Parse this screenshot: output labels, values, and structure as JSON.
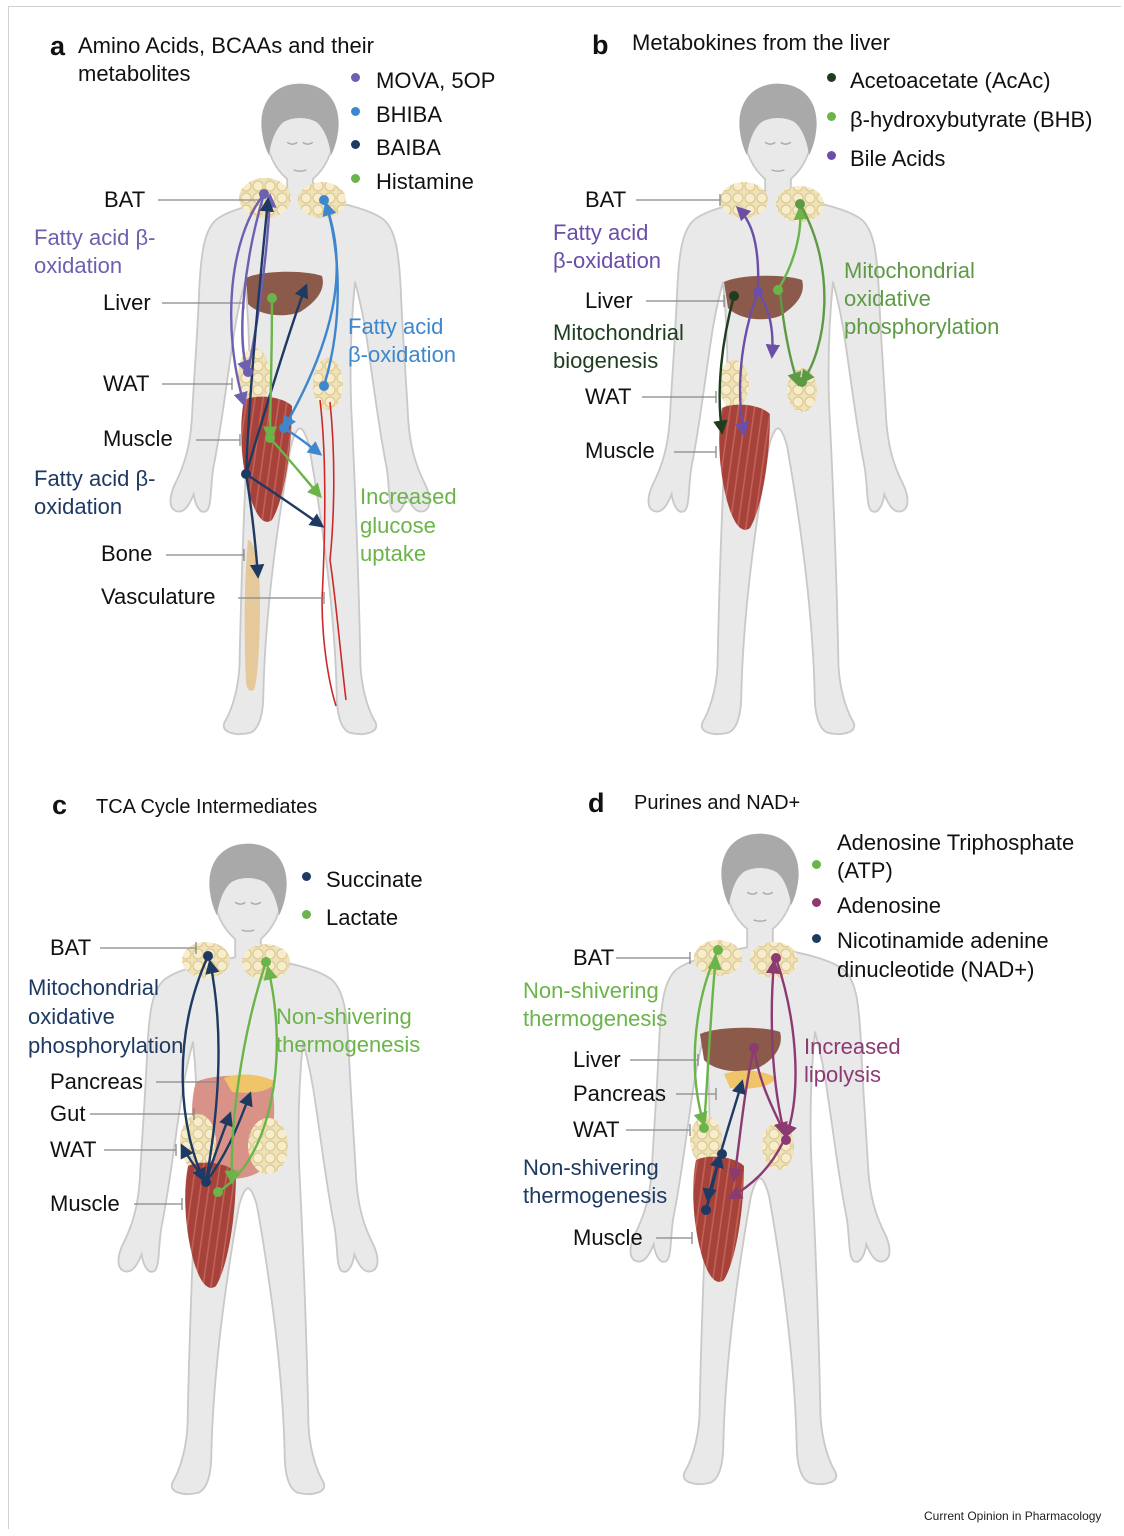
{
  "colors": {
    "purple_light": "#6e5fb0",
    "blue_light": "#3e87cc",
    "navy": "#1e3a63",
    "green": "#6ab44a",
    "dark_green": "#1e3d1e",
    "mid_green": "#5e9a46",
    "purple": "#6a4ea8",
    "magenta": "#8c3a72",
    "body_fill": "#e9e9e9",
    "body_stroke": "#c9c9c9",
    "head_fill": "#a9a9a9",
    "muscle": "#a6423a",
    "liver": "#8c5a4a",
    "fat": "#efe2b8",
    "vessel": "#cc2a2a",
    "bone": "#e5c99a"
  },
  "panels": {
    "a": {
      "label": "a",
      "title_line1": "Amino Acids, BCAAs and their",
      "title_line2": "metabolites",
      "legend": [
        {
          "text": "MOVA, 5OP",
          "color": "#6e5fb0"
        },
        {
          "text": "BHIBA",
          "color": "#3e87cc"
        },
        {
          "text": "BAIBA",
          "color": "#1e3a63"
        },
        {
          "text": "Histamine",
          "color": "#6ab44a"
        }
      ],
      "organs": [
        "BAT",
        "Liver",
        "WAT",
        "Muscle",
        "Bone",
        "Vasculature"
      ],
      "annotations": {
        "fa_purple_1": "Fatty acid β-",
        "fa_purple_2": "oxidation",
        "fa_blue_1": "Fatty acid",
        "fa_blue_2": "β-oxidation",
        "fa_navy_1": "Fatty acid β-",
        "fa_navy_2": "oxidation",
        "glucose_1": "Increased",
        "glucose_2": "glucose",
        "glucose_3": "uptake"
      }
    },
    "b": {
      "label": "b",
      "title": "Metabokines from the liver",
      "legend": [
        {
          "text": "Acetoacetate (AcAc)",
          "color": "#1e3d1e"
        },
        {
          "text": "β-hydroxybutyrate (BHB)",
          "color": "#6ab44a"
        },
        {
          "text": "Bile Acids",
          "color": "#6a4ea8"
        }
      ],
      "organs": [
        "BAT",
        "Liver",
        "WAT",
        "Muscle"
      ],
      "annotations": {
        "fa_1": "Fatty acid",
        "fa_2": "β-oxidation",
        "mitobio_1": "Mitochondrial",
        "mitobio_2": "biogenesis",
        "mitoox_1": "Mitochondrial",
        "mitoox_2": "oxidative",
        "mitoox_3": "phosphorylation"
      }
    },
    "c": {
      "label": "c",
      "title": "TCA Cycle Intermediates",
      "legend": [
        {
          "text": "Succinate",
          "color": "#1e3a63"
        },
        {
          "text": "Lactate",
          "color": "#6ab44a"
        }
      ],
      "organs": [
        "BAT",
        "Pancreas",
        "Gut",
        "WAT",
        "Muscle"
      ],
      "annotations": {
        "mito_1": "Mitochondrial",
        "mito_2": "oxidative",
        "mito_3": "phosphorylation",
        "nst_1": "Non-shivering",
        "nst_2": "thermogenesis"
      }
    },
    "d": {
      "label": "d",
      "title": "Purines and NAD+",
      "legend": [
        {
          "text": "Adenosine Triphosphate",
          "text2": "(ATP)",
          "color": "#6ab44a"
        },
        {
          "text": "Adenosine",
          "color": "#8c3a72"
        },
        {
          "text": "Nicotinamide adenine",
          "text2": "dinucleotide (NAD+)",
          "color": "#1e3a63"
        }
      ],
      "organs": [
        "BAT",
        "Liver",
        "Pancreas",
        "WAT",
        "Muscle"
      ],
      "annotations": {
        "nst_green_1": "Non-shivering",
        "nst_green_2": "thermogenesis",
        "lipo_1": "Increased",
        "lipo_2": "lipolysis",
        "nst_navy_1": "Non-shivering",
        "nst_navy_2": "thermogenesis"
      }
    }
  },
  "footer": "Current Opinion in Pharmacology"
}
